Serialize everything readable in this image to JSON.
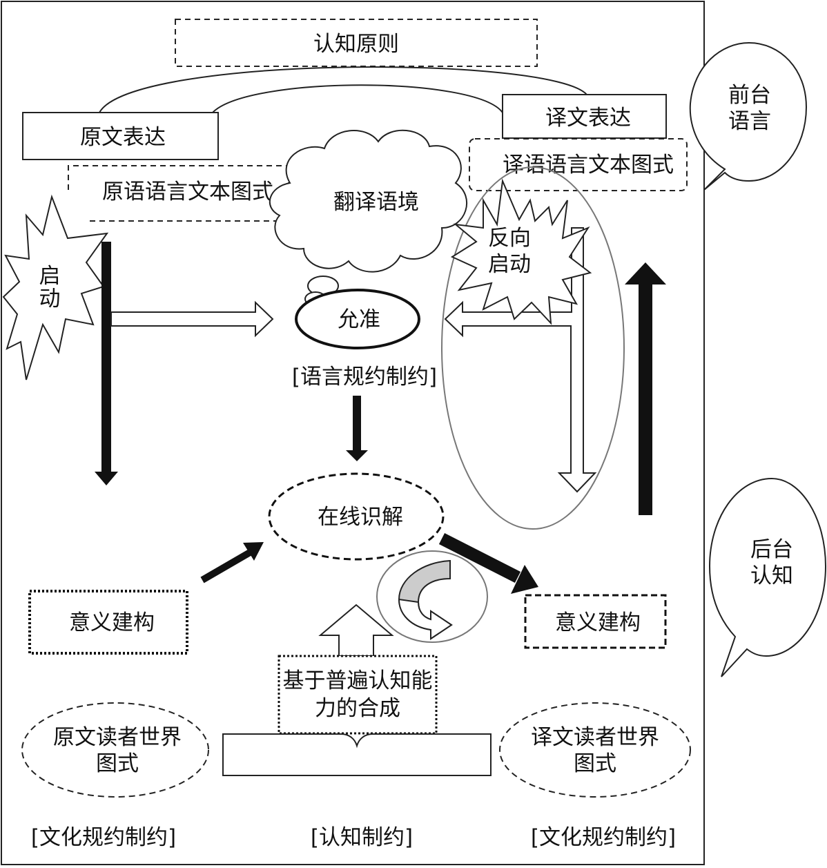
{
  "labels": {
    "cognitive_principle": "认知原则",
    "source_expression": "原文表达",
    "target_expression": "译文表达",
    "source_text_schema": "原语语言文本图式",
    "target_text_schema": "译语语言文本图式",
    "translation_context": "翻译语境",
    "activation_line1": "启",
    "activation_line2": "动",
    "reverse_activation_line1": "反向",
    "reverse_activation_line2": "启动",
    "permit": "允准",
    "language_constraint": "[语言规约制约]",
    "online_construal": "在线识解",
    "meaning_construction_left": "意义建构",
    "meaning_construction_right": "意义建构",
    "synthesis_line1": "基于普遍认知能",
    "synthesis_line2": "力的合成",
    "source_reader_schema_line1": "原文读者世界",
    "source_reader_schema_line2": "图式",
    "target_reader_schema_line1": "译文读者世界",
    "target_reader_schema_line2": "图式",
    "cultural_constraint_left": "[文化规约制约]",
    "cognitive_constraint": "[认知制约]",
    "cultural_constraint_right": "[文化规约制约]",
    "frontstage_line1": "前台",
    "frontstage_line2": "语言",
    "backstage_line1": "后台",
    "backstage_line2": "认知"
  }
}
